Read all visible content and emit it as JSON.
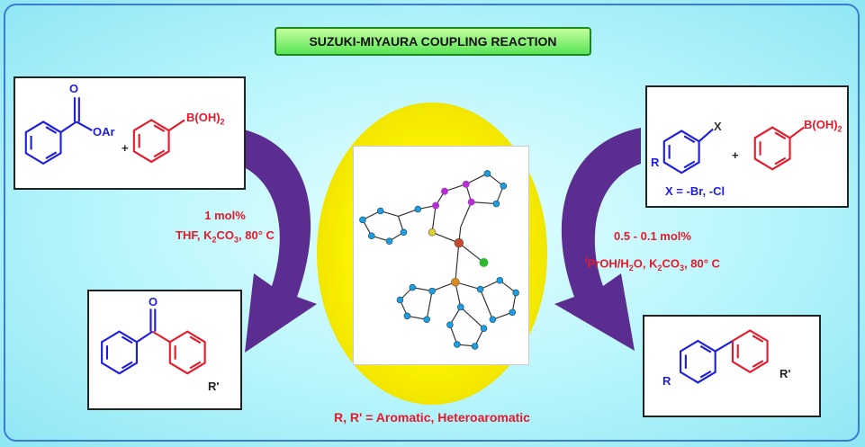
{
  "title": "SUZUKI-MIYAURA COUPLING REACTION",
  "left_panel": {
    "top_box": {
      "carbonyl_o": "O",
      "ester_group": "OAr",
      "plus": "+",
      "boron": "B(OH)",
      "boron_sub": "2"
    },
    "conditions": {
      "line1": "1 mol%",
      "line2_a": "THF, K",
      "line2_sub1": "2",
      "line2_b": "CO",
      "line2_sub2": "3",
      "line2_c": ", 80° C"
    },
    "product_box": {
      "carbonyl_o": "O",
      "substituent": "R'"
    }
  },
  "right_panel": {
    "top_box": {
      "halogen": "X",
      "r_group": "R",
      "plus": "+",
      "boron": "B(OH)",
      "boron_sub": "2",
      "x_definition": "X = -Br, -Cl"
    },
    "conditions": {
      "line1": "0.5 - 0.1 mol%",
      "line2_sup": "i",
      "line2_a": "PrOH/H",
      "line2_sub1": "2",
      "line2_b": "O, K",
      "line2_sub2": "2",
      "line2_c": "CO",
      "line2_sub3": "3",
      "line2_d": ", 80° C"
    },
    "product_box": {
      "r_group": "R",
      "substituent": "R'"
    }
  },
  "footer": "R, R' = Aromatic, Heteroaromatic",
  "colors": {
    "title_bg": "#58e458",
    "blue_structure": "#1d1de0",
    "red_structure": "#e8182a",
    "arrow": "#5b2d91",
    "center_glow": "#fff700",
    "background": "#b6f5fb"
  }
}
